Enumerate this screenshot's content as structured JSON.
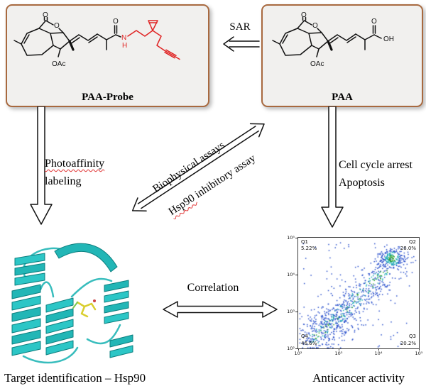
{
  "colors": {
    "box_border": "#a8693f",
    "box_bg": "#f1f0ee",
    "mol_red": "#e02323",
    "protein_teal": "#22b6b6",
    "protein_teal_dark": "#0d7f7f",
    "ligand_yellow": "#d9ce2f",
    "squiggle_red": "#e03030",
    "scatter_core": "#2ca02c",
    "scatter_mid": "#18aab4",
    "scatter_outer": "#2a50cc"
  },
  "molecules": {
    "probe": {
      "name": "PAA-Probe",
      "labels": {
        "o_bridge": "O",
        "o_lactone": "O",
        "oac": "OAc",
        "o_amide": "O",
        "n": "N",
        "h": "H"
      }
    },
    "paa": {
      "name": "PAA",
      "labels": {
        "o_bridge": "O",
        "o_lactone": "O",
        "oac": "OAc",
        "o_acid": "O",
        "oh": "OH"
      }
    }
  },
  "relations": {
    "sar": "SAR",
    "photoaffinity": "Photoaffinity",
    "labeling": "labeling",
    "biophysical": "Biophysical assays",
    "hsp90_word": "Hsp90",
    "hsp90_rest": " inhibitory assay",
    "cell_cycle": "Cell cycle arrest",
    "apoptosis": "Apoptosis",
    "correlation": "Correlation"
  },
  "captions": {
    "target": "Target identification – Hsp90",
    "anticancer": "Anticancer activity"
  },
  "flow": {
    "quadrants": {
      "q1": {
        "label": "Q1",
        "pct": "5.22%"
      },
      "q2": {
        "label": "Q2",
        "pct": "28.0%"
      },
      "q3": {
        "label": "Q3",
        "pct": "20.2%"
      },
      "q4": {
        "label": "Q4",
        "pct": "46.6%"
      }
    },
    "y_ticks": [
      "10⁵",
      "10⁴",
      "10³",
      "10²"
    ],
    "x_ticks": [
      "10²",
      "10³",
      "10⁴",
      "10⁵"
    ]
  },
  "chart_data": {
    "type": "scatter",
    "title": "Flow cytometry dot plot",
    "x_axis": {
      "scale": "log",
      "range": [
        100,
        100000
      ],
      "ticks": [
        "10^2",
        "10^3",
        "10^4",
        "10^5"
      ]
    },
    "y_axis": {
      "scale": "log",
      "range": [
        100,
        100000
      ],
      "ticks": [
        "10^2",
        "10^3",
        "10^4",
        "10^5"
      ]
    },
    "quadrants": [
      {
        "id": "Q1",
        "value_pct": 5.22,
        "position": "top-left"
      },
      {
        "id": "Q2",
        "value_pct": 28.0,
        "position": "top-right"
      },
      {
        "id": "Q3",
        "value_pct": 20.2,
        "position": "bottom-right"
      },
      {
        "id": "Q4",
        "value_pct": 46.6,
        "position": "bottom-left"
      }
    ],
    "clusters": [
      {
        "type": "band",
        "from": [
          2.42,
          2.3
        ],
        "to": [
          4.2,
          4.15
        ],
        "sigma": [
          0.21,
          0.18
        ],
        "n": 720,
        "bias": 1.35
      },
      {
        "type": "blob",
        "center": [
          4.32,
          4.45
        ],
        "sigma": [
          0.18,
          0.14
        ],
        "n": 230
      },
      {
        "type": "uniform",
        "range": [
          [
            2.05,
            4.95
          ],
          [
            2.05,
            4.95
          ]
        ],
        "n": 90
      }
    ]
  }
}
